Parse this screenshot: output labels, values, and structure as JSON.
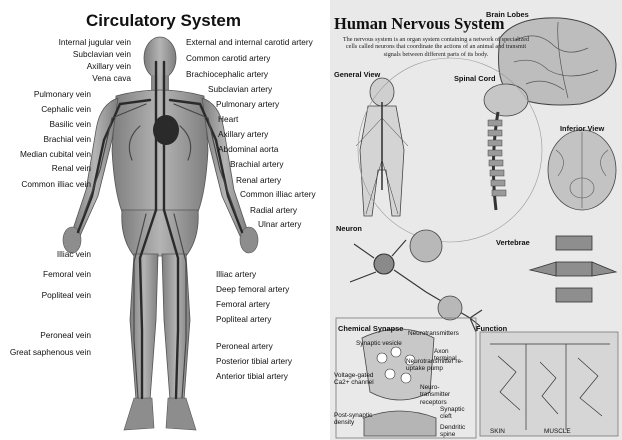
{
  "circulatory": {
    "title": "Circulatory System",
    "labels_left": [
      "Internal jugular vein",
      "Subclavian vein",
      "Axillary vein",
      "Vena cava",
      "Pulmonary vein",
      "Cephalic vein",
      "Basilic vein",
      "Brachial vein",
      "Median cubital vein",
      "Renal vein",
      "Common illiac vein",
      "Illiac vein",
      "Femoral vein",
      "Popliteal vein",
      "Peroneal vein",
      "Great saphenous vein"
    ],
    "labels_right": [
      "External and internal carotid artery",
      "Common carotid artery",
      "Brachiocephalic artery",
      "Subclavian artery",
      "Pulmonary artery",
      "Heart",
      "Axillary artery",
      "Abdominal aorta",
      "Brachial artery",
      "Renal artery",
      "Common illiac artery",
      "Radial artery",
      "Ulnar artery",
      "Illiac artery",
      "Deep femoral artery",
      "Femoral artery",
      "Popliteal artery",
      "Peroneal artery",
      "Posterior tibial artery",
      "Anterior tibial artery"
    ]
  },
  "nervous": {
    "title": "Human Nervous System",
    "description": "The nervous system is an organ system containing a network of specialized cells called neurons that coordinate the actions of an animal and transmit signals between different parts of its body.",
    "sections": {
      "brain_lobes": "Brain Lobes",
      "general_view": "General View",
      "spinal_cord": "Spinal Cord",
      "inferior_view": "Inferior View",
      "neuron": "Neuron",
      "vertebrae": "Vertebrae",
      "chemical_synapse": "Chemical Synapse",
      "function": "Function"
    },
    "synapse_labels": [
      "Synaptic vesicle",
      "Neurotransmitters",
      "Neurotransmitter re-uptake pump",
      "Axon terminal",
      "Voltage-gated Ca2+ channel",
      "Neuro-transmitter receptors",
      "Post-synaptic density",
      "Synaptic cleft",
      "Dendritic spine"
    ],
    "function_labels": [
      "SKIN",
      "MUSCLE"
    ]
  },
  "colors": {
    "left_bg": "#ffffff",
    "right_bg": "#e9e9e9",
    "text": "#111111",
    "body_fill": "#9a9a9a",
    "vessel_dark": "#2a2a2a"
  }
}
